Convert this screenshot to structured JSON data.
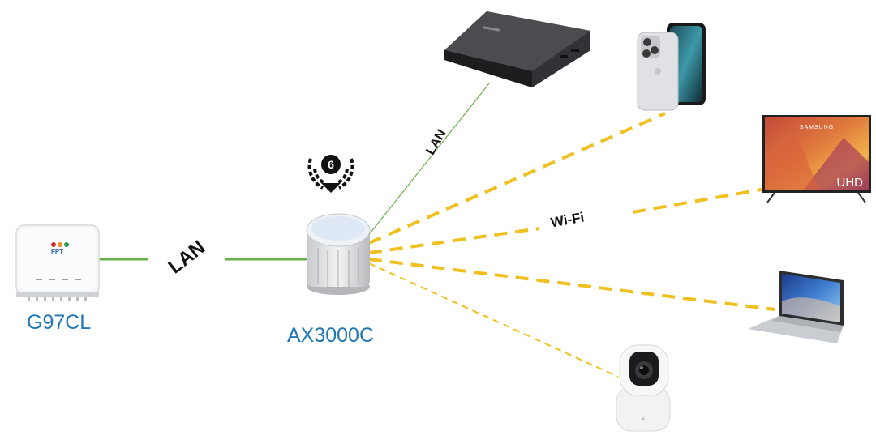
{
  "devices": {
    "ont": {
      "label": "G97CL",
      "brand_text": "FPT"
    },
    "router": {
      "label": "AX3000C",
      "wifi6_badge": "6"
    },
    "tv": {
      "brand_text": "SAMSUNG",
      "badge_text": "UHD"
    }
  },
  "connections": {
    "lan_ont_router": "LAN",
    "lan_router_box": "LAN",
    "wifi": "Wi-Fi"
  },
  "colors": {
    "label_blue": "#1f77b4",
    "lan_green": "#6ab04c",
    "wifi_yellow": "#f0c020"
  }
}
